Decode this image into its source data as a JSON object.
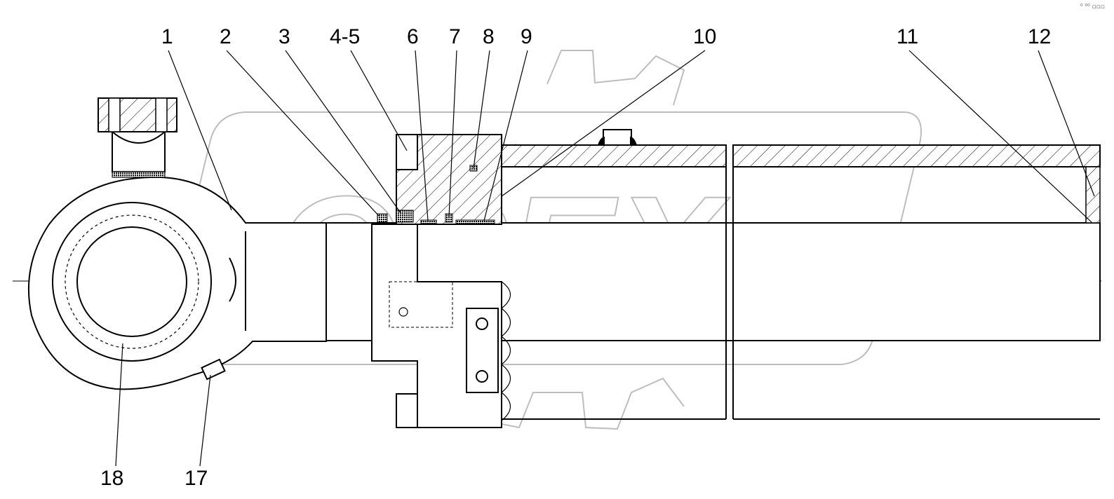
{
  "part_labels": [
    "1",
    "2",
    "3",
    "4-5",
    "6",
    "7",
    "8",
    "9",
    "10",
    "11",
    "12",
    "18",
    "17"
  ],
  "watermark": "OPEX",
  "corner_mark": "⁰ ⁰⁰ ▫▫▫"
}
